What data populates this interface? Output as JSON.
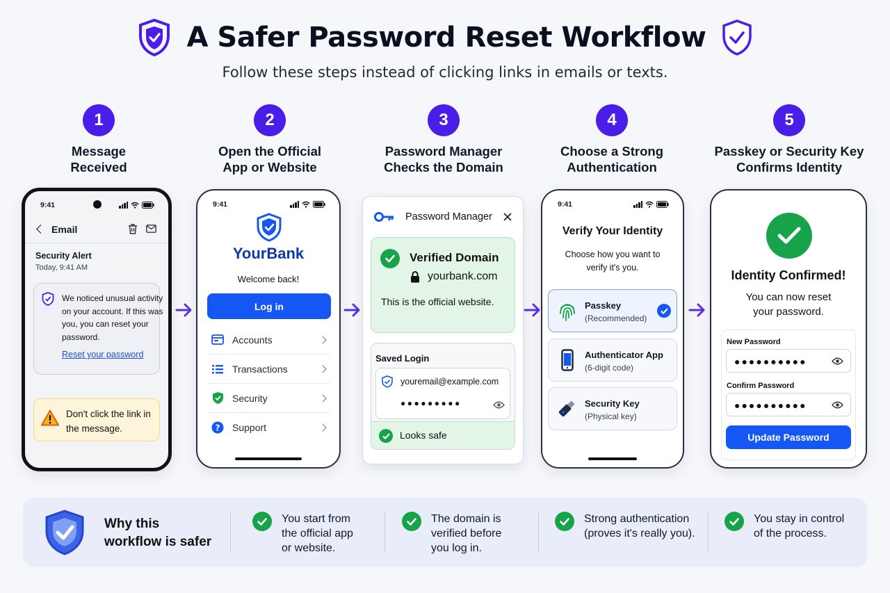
{
  "header": {
    "title": "A Safer Password Reset Workflow",
    "subtitle": "Follow these steps instead of clicking links in emails or texts."
  },
  "steps": [
    {
      "number": "1",
      "title": "Message\nReceived"
    },
    {
      "number": "2",
      "title": "Open the Official\nApp or Website"
    },
    {
      "number": "3",
      "title": "Password Manager\nChecks the Domain"
    },
    {
      "number": "4",
      "title": "Choose a Strong\nAuthentication"
    },
    {
      "number": "5",
      "title": "Passkey or Security Key\nConfirms Identity"
    }
  ],
  "email_screen": {
    "time": "9:41",
    "nav_title": "Email",
    "subject": "Security Alert",
    "timestamp": "Today, 9:41 AM",
    "body": "We noticed unusual activity on your account. If this was you, you can reset your password.",
    "link": "Reset your password",
    "warning": "Don't click the link in the message."
  },
  "bank_screen": {
    "time": "9:41",
    "brand": "YourBank",
    "welcome": "Welcome back!",
    "login_button": "Log in",
    "menu": [
      "Accounts",
      "Transactions",
      "Security",
      "Support"
    ]
  },
  "password_manager": {
    "title": "Password Manager",
    "verified_title": "Verified Domain",
    "domain": "yourbank.com",
    "official_note": "This is the official website.",
    "saved_login_label": "Saved Login",
    "email": "youremail@example.com",
    "password_mask": "●●●●●●●●●",
    "safe_label": "Looks safe"
  },
  "auth_screen": {
    "time": "9:41",
    "title": "Verify Your Identity",
    "prompt": "Choose how you want to verify it's you.",
    "options": [
      {
        "name": "Passkey",
        "detail": "(Recommended)",
        "selected": true
      },
      {
        "name": "Authenticator App",
        "detail": "(6-digit code)",
        "selected": false
      },
      {
        "name": "Security Key",
        "detail": "(Physical key)",
        "selected": false
      }
    ]
  },
  "confirm_screen": {
    "title": "Identity Confirmed!",
    "message": "You can now reset your password.",
    "new_password_label": "New Password",
    "confirm_password_label": "Confirm Password",
    "password_mask": "●●●●●●●●●●",
    "update_button": "Update Password"
  },
  "footer": {
    "heading": "Why this\nworkflow is safer",
    "points": [
      "You start from\nthe official app\nor website.",
      "The domain is\nverified before\nyou log in.",
      "Strong authentication\n(proves it's really you).",
      "You stay in control\nof the process."
    ]
  },
  "colors": {
    "accent_purple": "#4a1ee8",
    "primary_blue": "#1557f2",
    "success_green": "#17a34a",
    "warning_yellow": "#fdf5d9"
  }
}
